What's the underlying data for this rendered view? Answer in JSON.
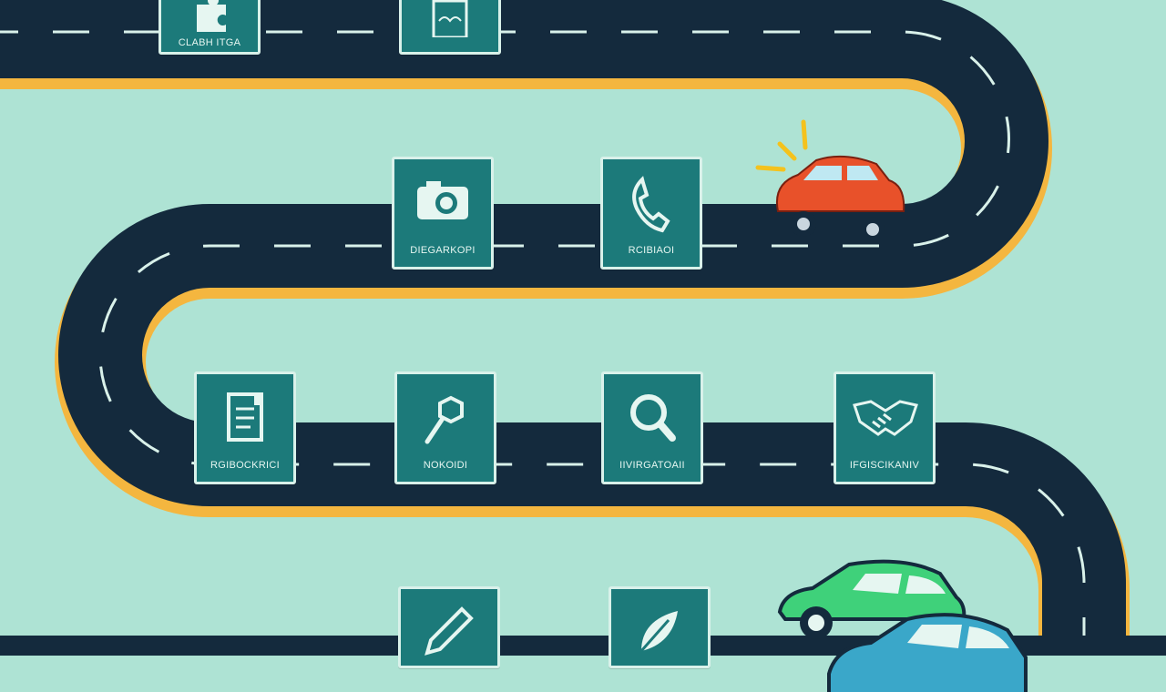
{
  "colors": {
    "background": "#aee3d4",
    "road": "#142a3d",
    "road_edge": "#f4b63f",
    "lane_dash": "#d9f1ea",
    "card_fill": "#1c7a7a",
    "card_border": "#d9f1ea",
    "car_orange": "#e8512a",
    "car_green": "#3fd17a",
    "car_blue": "#3aa7c9"
  },
  "cards": [
    {
      "id": "row1-a",
      "label": "CLABH ITGA",
      "icon": "puzzle-icon"
    },
    {
      "id": "row1-b",
      "label": "",
      "icon": "document-picture-icon"
    },
    {
      "id": "row2-a",
      "label": "DIEGARKOPI",
      "icon": "camera-icon"
    },
    {
      "id": "row2-b",
      "label": "RCIBIAOI",
      "icon": "phone-icon"
    },
    {
      "id": "row3-a",
      "label": "RGIBOCKRICI",
      "icon": "clipboard-icon"
    },
    {
      "id": "row3-b",
      "label": "NOKOIDI",
      "icon": "wrench-icon"
    },
    {
      "id": "row3-c",
      "label": "IIVIRGATOAII",
      "icon": "magnifier-icon"
    },
    {
      "id": "row3-d",
      "label": "IFGISCIKANIV",
      "icon": "handshake-icon"
    },
    {
      "id": "row4-a",
      "label": "",
      "icon": "pencil-icon"
    },
    {
      "id": "row4-b",
      "label": "",
      "icon": "leaf-icon"
    }
  ],
  "decorations": [
    "orange-car",
    "green-car",
    "blue-car"
  ]
}
